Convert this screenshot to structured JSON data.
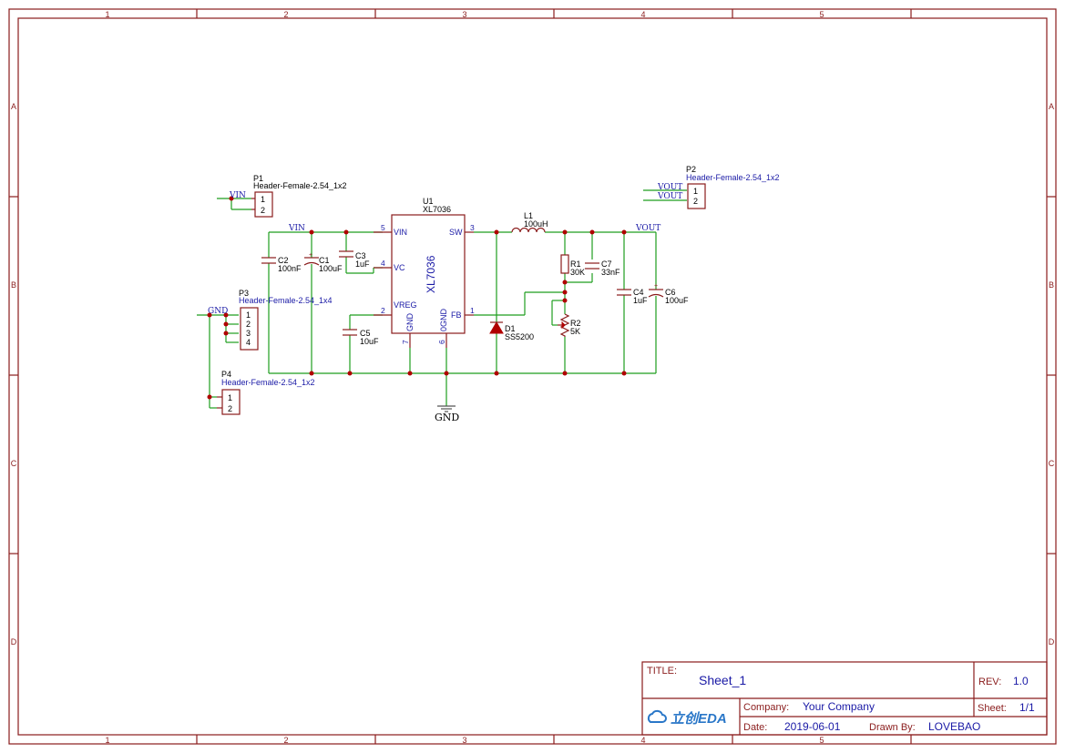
{
  "frame": {
    "columns": [
      "1",
      "2",
      "3",
      "4",
      "5"
    ],
    "rows": [
      "A",
      "B",
      "C",
      "D"
    ]
  },
  "nets": {
    "vin": "VIN",
    "vout": "VOUT",
    "gnd": "GND"
  },
  "components": {
    "u1": {
      "ref": "U1",
      "value": "XL7036",
      "name": "XL7036",
      "pins": {
        "vin": "VIN",
        "vc": "VC",
        "vreg": "VREG",
        "sw": "SW",
        "fb": "FB",
        "gnd": "GND",
        "ogna": "0GND"
      },
      "pin_numbers": {
        "vin": "5",
        "vc": "4",
        "vreg": "2",
        "sw": "3",
        "fb": "1",
        "gnd": "7",
        "ogna": "6"
      }
    },
    "l1": {
      "ref": "L1",
      "value": "100uH"
    },
    "d1": {
      "ref": "D1",
      "value": "SS5200"
    },
    "r1": {
      "ref": "R1",
      "value": "30K"
    },
    "r2": {
      "ref": "R2",
      "value": "5K"
    },
    "c1": {
      "ref": "C1",
      "value": "100uF"
    },
    "c2": {
      "ref": "C2",
      "value": "100nF"
    },
    "c3": {
      "ref": "C3",
      "value": "1uF"
    },
    "c4": {
      "ref": "C4",
      "value": "1uF"
    },
    "c5": {
      "ref": "C5",
      "value": "10uF"
    },
    "c6": {
      "ref": "C6",
      "value": "100uF"
    },
    "c7": {
      "ref": "C7",
      "value": "33nF"
    },
    "p1": {
      "ref": "P1",
      "value": "Header-Female-2.54_1x2",
      "pins": [
        "1",
        "2"
      ]
    },
    "p2": {
      "ref": "P2",
      "value": "Header-Female-2.54_1x2",
      "pins": [
        "1",
        "2"
      ]
    },
    "p3": {
      "ref": "P3",
      "value": "Header-Female-2.54_1x4",
      "pins": [
        "1",
        "2",
        "3",
        "4"
      ]
    },
    "p4": {
      "ref": "P4",
      "value": "Header-Female-2.54_1x2",
      "pins": [
        "1",
        "2"
      ]
    }
  },
  "title_block": {
    "title_label": "TITLE:",
    "title": "Sheet_1",
    "rev_label": "REV:",
    "rev": "1.0",
    "logo": "立创EDA",
    "company_label": "Company:",
    "company": "Your Company",
    "sheet_label": "Sheet:",
    "sheet": "1/1",
    "date_label": "Date:",
    "date": "2019-06-01",
    "drawn_by_label": "Drawn By:",
    "drawn_by": "LOVEBAO"
  }
}
